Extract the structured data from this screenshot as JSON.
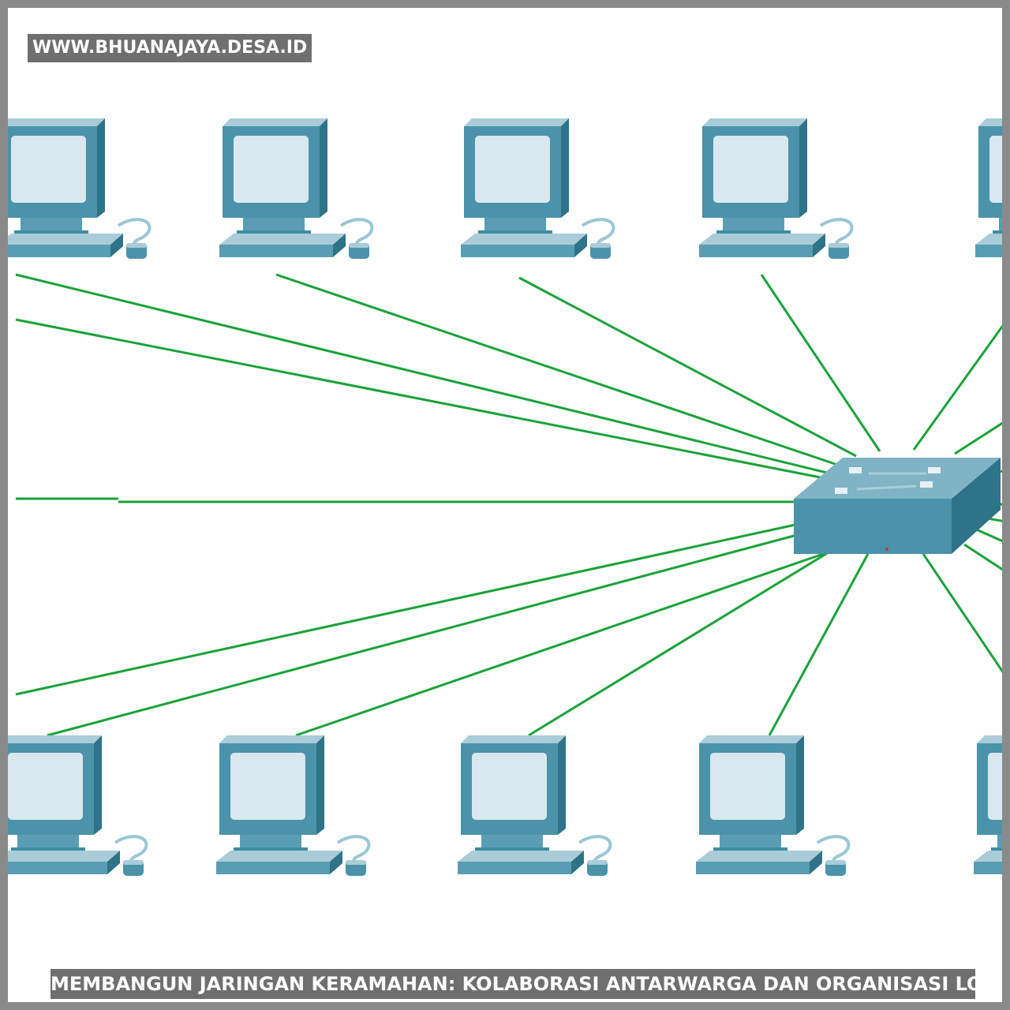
{
  "watermark": "WWW.BHUANAJAYA.DESA.ID",
  "caption": "MEMBANGUN JARINGAN KERAMAHAN: KOLABORASI ANTARWARGA DAN ORGANISASI LOKAL",
  "diagram": {
    "center_node": "network-switch",
    "node_icon": "desktop-computer-icon",
    "top_row_computers": 5,
    "bottom_row_computers": 5,
    "link_color": "#1aa23a",
    "device_color": "#3f8ca3",
    "screen_color": "#d9e8ef"
  }
}
